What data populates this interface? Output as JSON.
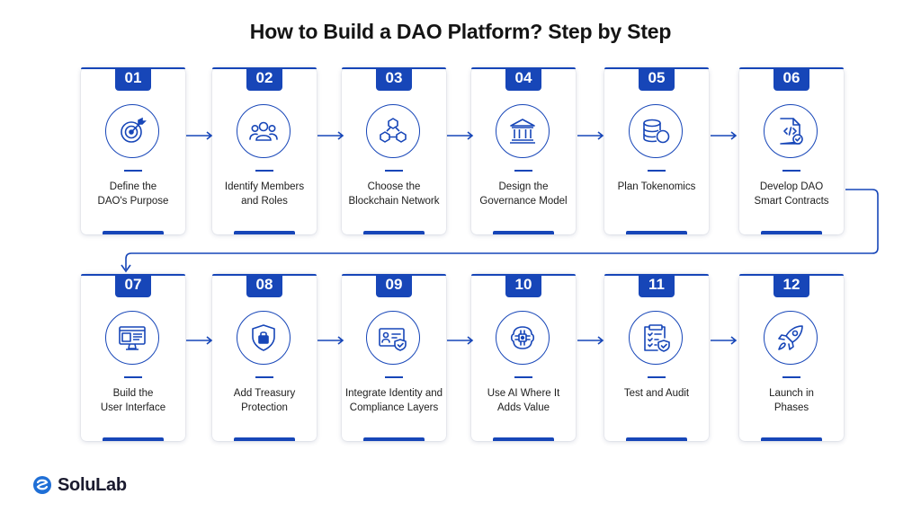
{
  "title": "How to Build a DAO Platform? Step by Step",
  "brand": {
    "name": "SoluLab",
    "accent_color": "#1746b8",
    "logo_dot_color": "#1f6fd6"
  },
  "steps": [
    {
      "number": "01",
      "label": "Define the\nDAO's Purpose",
      "icon": "target-icon"
    },
    {
      "number": "02",
      "label": "Identify Members\nand Roles",
      "icon": "users-icon"
    },
    {
      "number": "03",
      "label": "Choose the\nBlockchain Network",
      "icon": "blocks-icon"
    },
    {
      "number": "04",
      "label": "Design the\nGovernance Model",
      "icon": "bank-icon"
    },
    {
      "number": "05",
      "label": "Plan Tokenomics",
      "icon": "coins-icon"
    },
    {
      "number": "06",
      "label": "Develop DAO\nSmart Contracts",
      "icon": "code-file-icon"
    },
    {
      "number": "07",
      "label": "Build the\nUser Interface",
      "icon": "monitor-icon"
    },
    {
      "number": "08",
      "label": "Add Treasury\nProtection",
      "icon": "shield-lock-icon"
    },
    {
      "number": "09",
      "label": "Integrate Identity and\nCompliance Layers",
      "icon": "id-card-icon"
    },
    {
      "number": "10",
      "label": "Use AI Where It\nAdds Value",
      "icon": "ai-chip-icon"
    },
    {
      "number": "11",
      "label": "Test and Audit",
      "icon": "clipboard-check-icon"
    },
    {
      "number": "12",
      "label": "Launch in\nPhases",
      "icon": "rocket-icon"
    }
  ]
}
